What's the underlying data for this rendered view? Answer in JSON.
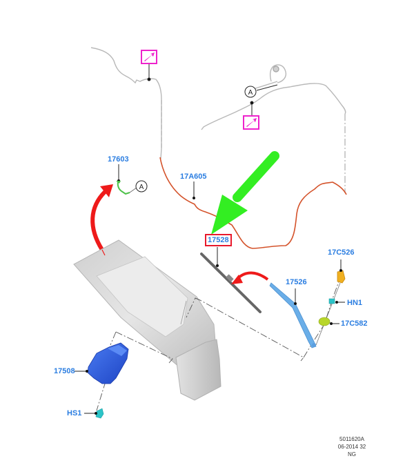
{
  "diagram": {
    "title": "Rear window wiper system exploded view",
    "callouts": {
      "hose_connector": "17603",
      "washer_hose": "17A605",
      "wiper_blade": "17528",
      "wiper_arm": "17526",
      "arm_cap": "17C526",
      "nut": "HN1",
      "seal": "17C582",
      "wiper_motor": "17508",
      "screw": "HS1"
    },
    "connector_markers": {
      "a_left": "A",
      "a_right": "A"
    },
    "highlighted_part": "17528",
    "colors": {
      "callout_text": "#2a7de1",
      "highlight_box": "#e8182b",
      "pointer_arrow": "#33ee22",
      "motion_arrow": "#ee1a1a",
      "reference_icon": "#ee22cc",
      "washer_hose": "#d4522a",
      "connector_green": "#4ec24a",
      "motor_blue": "#2e5fe0",
      "arm_blue": "#6aaee8",
      "cap_orange": "#f0b020",
      "nut_cyan": "#2cc4c8",
      "seal_green": "#b8d62a",
      "glass_gray": "#d8d8d8"
    },
    "icons": [
      "reference-link-icon",
      "reference-link-icon"
    ]
  },
  "footer": {
    "figure_id": "5011620A",
    "date_code": "06-2014 32",
    "suffix": "NG"
  }
}
